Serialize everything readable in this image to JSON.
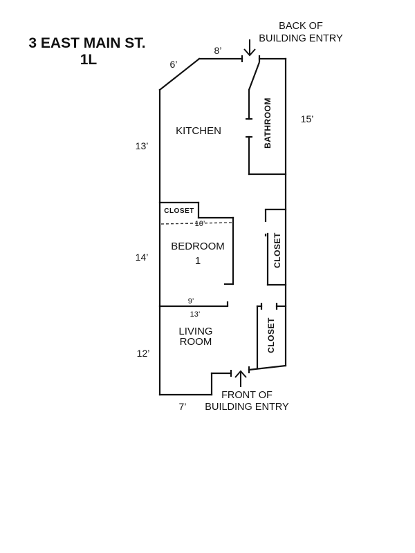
{
  "title": {
    "address": "3 EAST MAIN ST.",
    "unit": "1L"
  },
  "entries": {
    "back": [
      "BACK OF",
      "BUILDING ENTRY"
    ],
    "front": [
      "FRONT OF",
      "BUILDING ENTRY"
    ]
  },
  "rooms": {
    "kitchen": "KITCHEN",
    "bathroom": "BATHROOM",
    "closet_top": "CLOSET",
    "bedroom": [
      "BEDROOM",
      "1"
    ],
    "closet_right_upper": "CLOSET",
    "living": [
      "LIVING",
      "ROOM"
    ],
    "closet_right_lower": "CLOSET"
  },
  "dimensions": {
    "top": "8’",
    "angle": "6’",
    "right": "15’",
    "kitchen_left": "13’",
    "bedroom_left": "14’",
    "living_left": "12’",
    "bedroom_width": "10’",
    "bedroom_bottom": "9’",
    "living_top": "13’",
    "bottom": "7’"
  }
}
